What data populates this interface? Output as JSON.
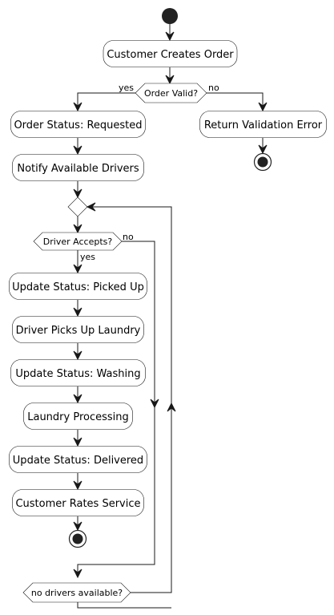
{
  "diagram": {
    "actions": {
      "create_order": "Customer Creates Order",
      "status_requested": "Order Status: Requested",
      "notify_drivers": "Notify Available Drivers",
      "return_error": "Return Validation Error",
      "status_picked_up": "Update Status: Picked Up",
      "driver_picks_up": "Driver Picks Up Laundry",
      "status_washing": "Update Status: Washing",
      "laundry_processing": "Laundry Processing",
      "status_delivered": "Update Status: Delivered",
      "customer_rates": "Customer Rates Service"
    },
    "decisions": {
      "order_valid": "Order Valid?",
      "driver_accepts": "Driver Accepts?",
      "no_drivers": "no drivers available?"
    },
    "labels": {
      "order_valid_yes": "yes",
      "order_valid_no": "no",
      "driver_accepts_yes": "yes",
      "driver_accepts_no": "no"
    },
    "colors": {
      "stroke": "#181818",
      "fill": "#ffffff",
      "node_fill": "#222222"
    }
  }
}
